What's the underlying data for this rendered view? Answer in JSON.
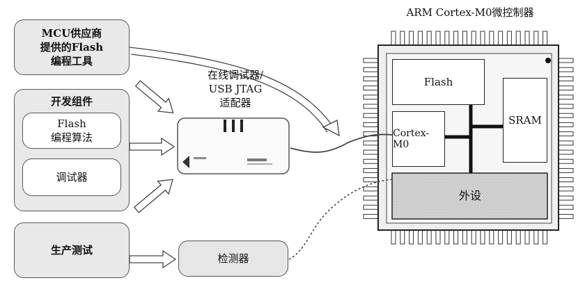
{
  "mcu_title": "ARM Cortex-M0微控制器",
  "vendor_tool": "MCU供应商\n提供的Flash\n编程工具",
  "dev_kit": {
    "title": "开发组件",
    "flash_algo": "Flash\n编程算法",
    "debugger": "调试器"
  },
  "production_test": "生产测试",
  "adapter_label": "在线调试器/\nUSB JTAG\n适配器",
  "tester": "检测器",
  "chip": {
    "flash": "Flash",
    "sram": "SRAM",
    "core": "Cortex-M0",
    "peripheral": "外设"
  }
}
